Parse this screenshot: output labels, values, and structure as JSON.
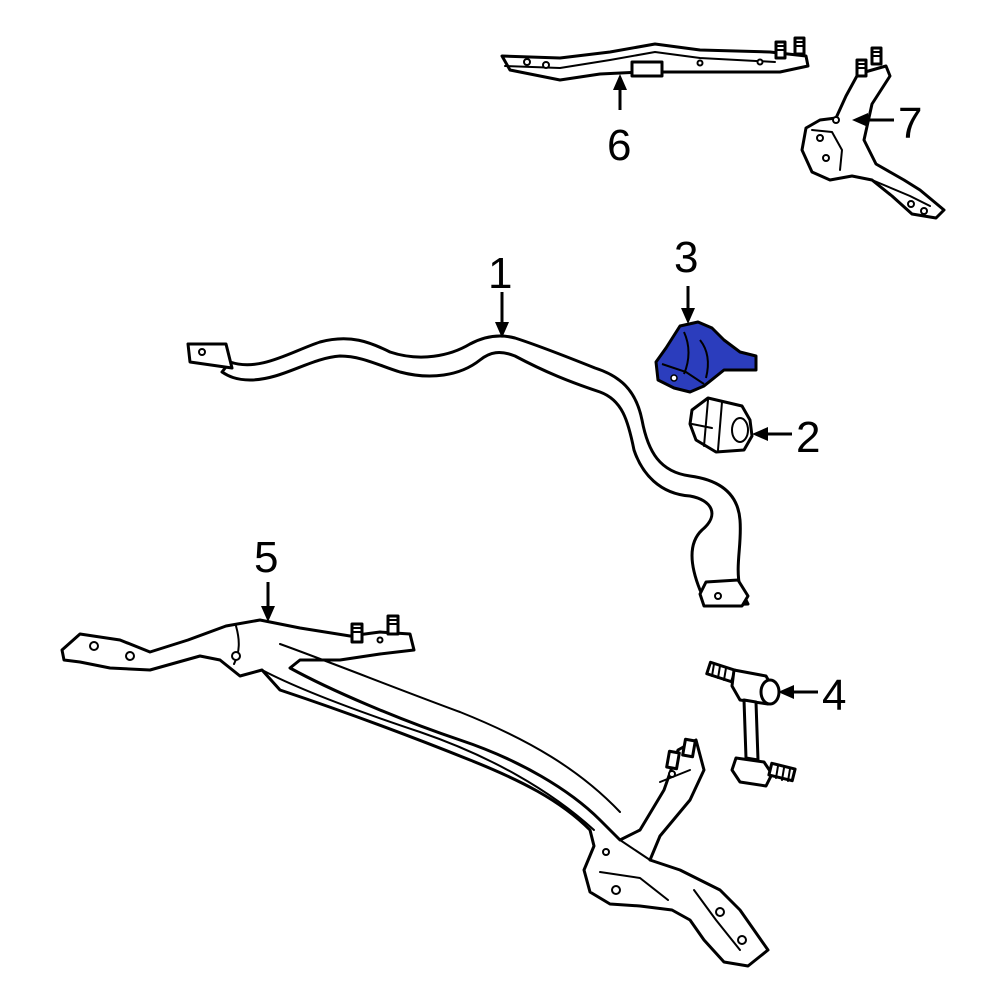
{
  "callouts": [
    {
      "id": "1",
      "label": "1"
    },
    {
      "id": "2",
      "label": "2"
    },
    {
      "id": "3",
      "label": "3"
    },
    {
      "id": "4",
      "label": "4"
    },
    {
      "id": "5",
      "label": "5"
    },
    {
      "id": "6",
      "label": "6"
    },
    {
      "id": "7",
      "label": "7"
    }
  ],
  "colors": {
    "highlight": "#2b3dbd",
    "line": "#000000",
    "background": "#ffffff"
  }
}
